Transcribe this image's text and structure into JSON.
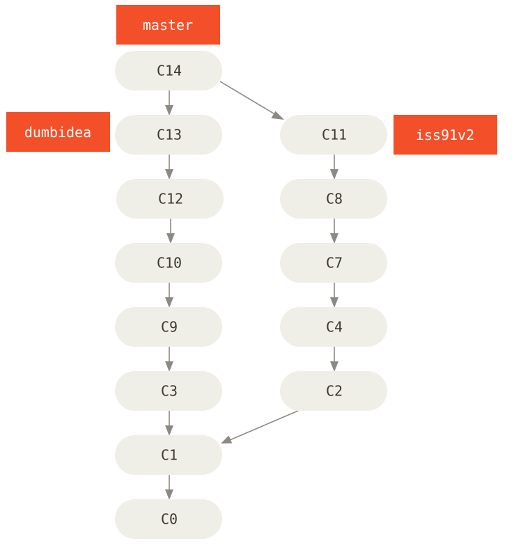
{
  "labels": {
    "master": "master",
    "dumbidea": "dumbidea",
    "iss91v2": "iss91v2"
  },
  "commits": {
    "c14": "C14",
    "c13": "C13",
    "c12": "C12",
    "c10": "C10",
    "c9": "C9",
    "c3": "C3",
    "c1": "C1",
    "c0": "C0",
    "c11": "C11",
    "c8": "C8",
    "c7": "C7",
    "c4": "C4",
    "c2": "C2"
  },
  "colors": {
    "branch_label": "#f34f29",
    "commit_fill": "#efeee7",
    "edge": "#8c8984",
    "commit_text": "#3b3631"
  }
}
